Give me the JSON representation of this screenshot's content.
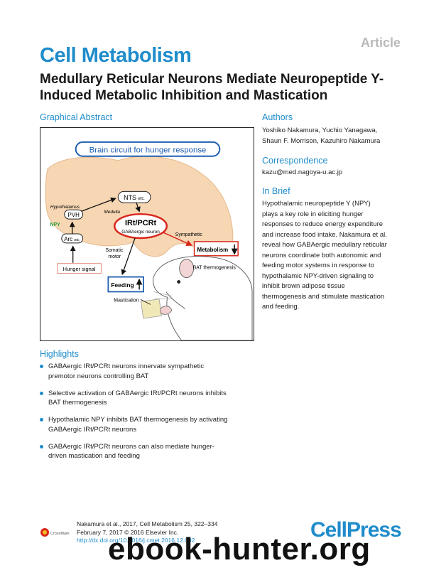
{
  "header": {
    "article_tag": "Article",
    "journal": "Cell Metabolism",
    "title": "Medullary Reticular Neurons Mediate Neuropeptide Y-Induced Metabolic Inhibition and Mastication"
  },
  "graphical_abstract": {
    "heading": "Graphical Abstract",
    "banner": "Brain circuit for hunger response",
    "labels": {
      "hypothalamus": "Hypothalamus",
      "pvh": "PVH",
      "npy": "NPY",
      "arc": "Arc",
      "arc_etc": "etc.",
      "nts": "NTS",
      "nts_etc": "etc.",
      "medulla": "Medulla",
      "irt": "IRt/PCRt",
      "gaba": "GABAergic neuron",
      "sympathetic": "Sympathetic",
      "somatic_motor_1": "Somatic",
      "somatic_motor_2": "motor",
      "metabolism": "Metabolism",
      "bat": "BAT thermogenesis",
      "feeding": "Feeding",
      "mastication": "Mastication",
      "hunger": "Hunger signal"
    },
    "colors": {
      "accent_red": "#d9261c",
      "accent_blue": "#1f5fb0",
      "brain_fill": "#f6d6b3",
      "npy_green": "#2e9a3a"
    }
  },
  "authors": {
    "heading": "Authors",
    "names_line1": "Yoshiko Nakamura, Yuchio Yanagawa,",
    "names_line2": "Shaun F. Morrison, Kazuhiro Nakamura"
  },
  "correspondence": {
    "heading": "Correspondence",
    "email": "kazu@med.nagoya-u.ac.jp"
  },
  "in_brief": {
    "heading": "In Brief",
    "lines": [
      "Hypothalamic neuropeptide Y (NPY)",
      "plays a key role in eliciting hunger",
      "responses to reduce energy expenditure",
      "and increase food intake. Nakamura et al.",
      "reveal how GABAergic medullary reticular",
      "neurons coordinate both autonomic and",
      "feeding motor systems in response to",
      "hypothalamic NPY-driven signaling to",
      "inhibit brown adipose tissue",
      "thermogenesis and stimulate mastication",
      "and feeding."
    ]
  },
  "highlights": {
    "heading": "Highlights",
    "items": [
      {
        "l1": "GABAergic IRt/PCRt neurons innervate sympathetic",
        "l2": "premotor neurons controlling BAT"
      },
      {
        "l1": "Selective activation of GABAergic IRt/PCRt neurons inhibits",
        "l2": "BAT thermogenesis"
      },
      {
        "l1": "Hypothalamic NPY inhibits BAT thermogenesis by activating",
        "l2": "GABAergic IRt/PCRt neurons"
      },
      {
        "l1": "GABAergic IRt/PCRt neurons can also mediate hunger-",
        "l2": "driven mastication and feeding"
      }
    ]
  },
  "citation": {
    "line1": "Nakamura et al., 2017, Cell Metabolism 25, 322–334",
    "line2": "February 7, 2017 © 2016 Elsevier Inc.",
    "doi": "http://dx.doi.org/10.1016/j.cmet.2016.12.002"
  },
  "crossmark_label": "CrossMark",
  "publisher_logo": "CellPress",
  "watermark": "ebook-hunter.org"
}
